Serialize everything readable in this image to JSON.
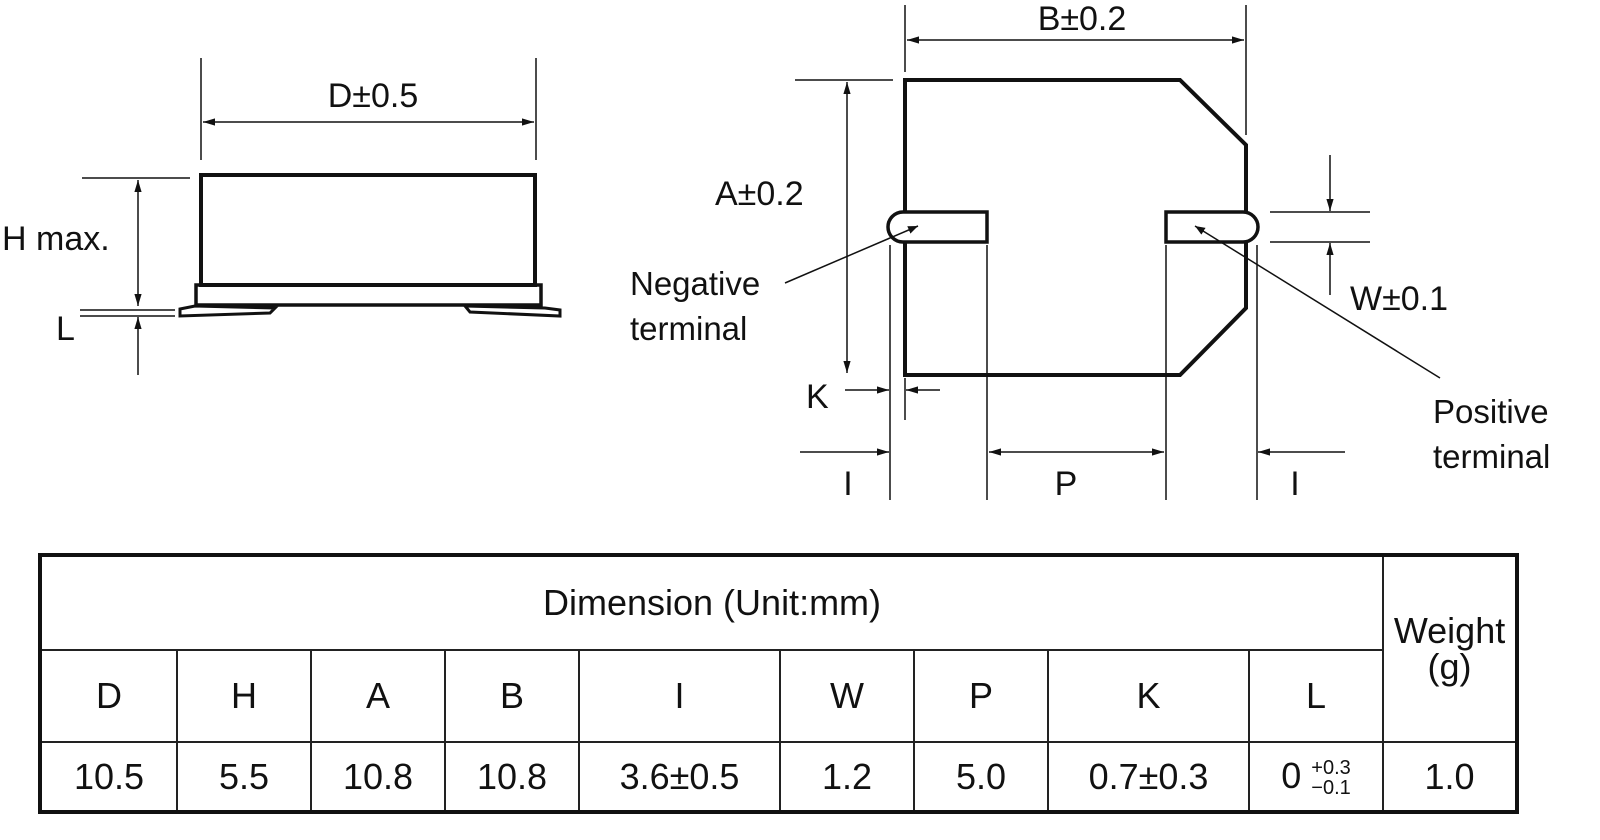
{
  "side_view": {
    "d_label": "D±0.5",
    "h_label": "H max.",
    "l_label": "L"
  },
  "top_view": {
    "b_label": "B±0.2",
    "a_label": "A±0.2",
    "w_label": "W±0.1",
    "k_label": "K",
    "i_left_label": "I",
    "p_label": "P",
    "i_right_label": "I",
    "negative_terminal": [
      "Negative",
      "terminal"
    ],
    "positive_terminal": [
      "Positive",
      "terminal"
    ]
  },
  "table": {
    "title": "Dimension (Unit:mm)",
    "weight_header": [
      "Weight",
      "(g)"
    ],
    "columns": [
      "D",
      "H",
      "A",
      "B",
      "I",
      "W",
      "P",
      "K",
      "L"
    ],
    "values": [
      "10.5",
      "5.5",
      "10.8",
      "10.8",
      "3.6±0.5",
      "1.2",
      "5.0",
      "0.7±0.3"
    ],
    "l_value": {
      "base": "0",
      "plus": "+0.3",
      "minus": "−0.1"
    },
    "weight_value": "1.0"
  }
}
